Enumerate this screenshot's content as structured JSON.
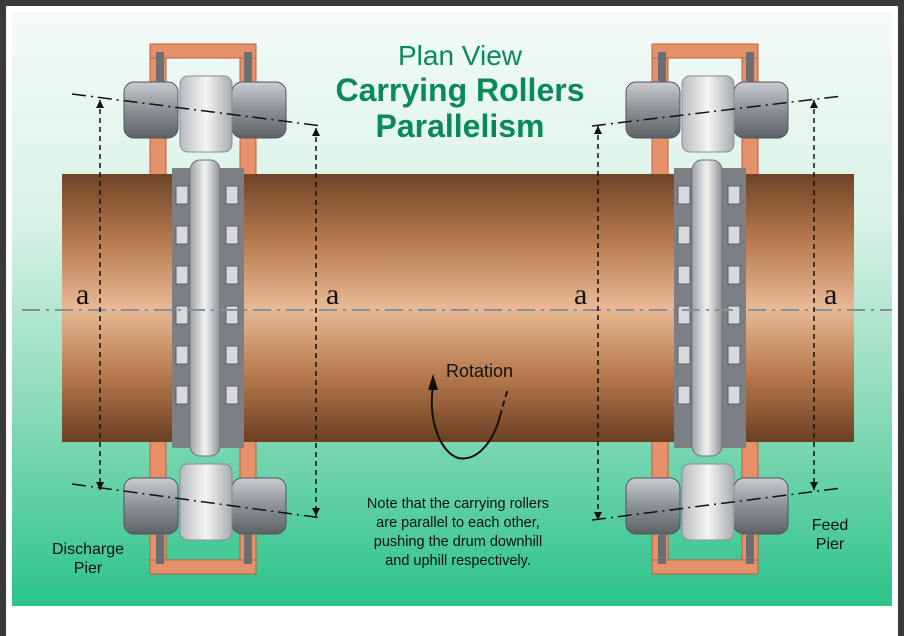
{
  "title": {
    "line1": "Plan View",
    "line2": "Carrying Rollers",
    "line3": "Parallelism"
  },
  "labels": {
    "a": [
      "a",
      "a",
      "a",
      "a"
    ],
    "rotation": "Rotation",
    "discharge_pier": [
      "Discharge",
      "Pier"
    ],
    "feed_pier": [
      "Feed",
      "Pier"
    ],
    "note": [
      "Note that the carrying rollers",
      "are parallel to each other,",
      "pushing the drum downhill",
      "and uphill respectively."
    ]
  },
  "colors": {
    "title": "#0a8a5a",
    "drum": "#b5754a",
    "base_frame": "#e7916b",
    "roller": "#cfd1d4"
  },
  "icons": [
    "rotation-arrow-icon"
  ]
}
